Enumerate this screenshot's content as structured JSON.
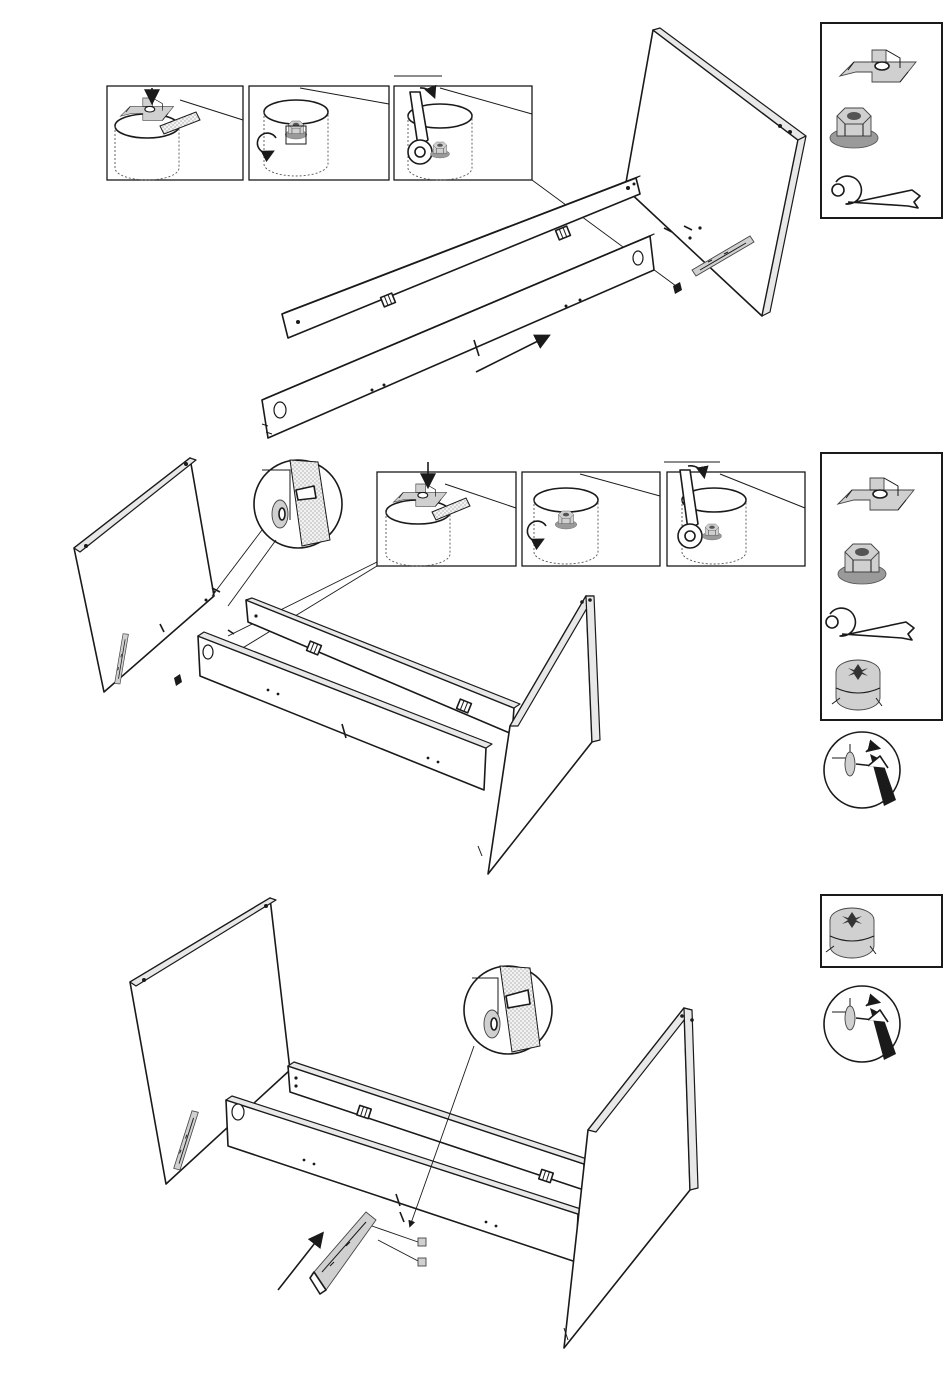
{
  "page": {
    "background": "#ffffff",
    "ink": "#1a1a1a"
  },
  "steps": [
    {
      "id": "step-1",
      "parts": [
        "cam-lock-clip-icon",
        "flange-nut-icon",
        "spanner-wrench-icon"
      ]
    },
    {
      "id": "step-2",
      "parts": [
        "cam-lock-clip-icon",
        "flange-nut-icon",
        "spanner-wrench-icon",
        "cam-lock-connector-icon"
      ]
    },
    {
      "id": "step-3",
      "parts": [
        "cam-lock-connector-icon"
      ]
    }
  ],
  "icons": {
    "clip": "cam-lock-clip-icon",
    "nut": "flange-nut-icon",
    "wrench": "spanner-wrench-icon",
    "cam": "cam-lock-connector-icon",
    "screwdriver": "screwdriver-turn-icon",
    "arrow": "direction-arrow-icon",
    "rotate": "rotate-arrow-icon"
  }
}
